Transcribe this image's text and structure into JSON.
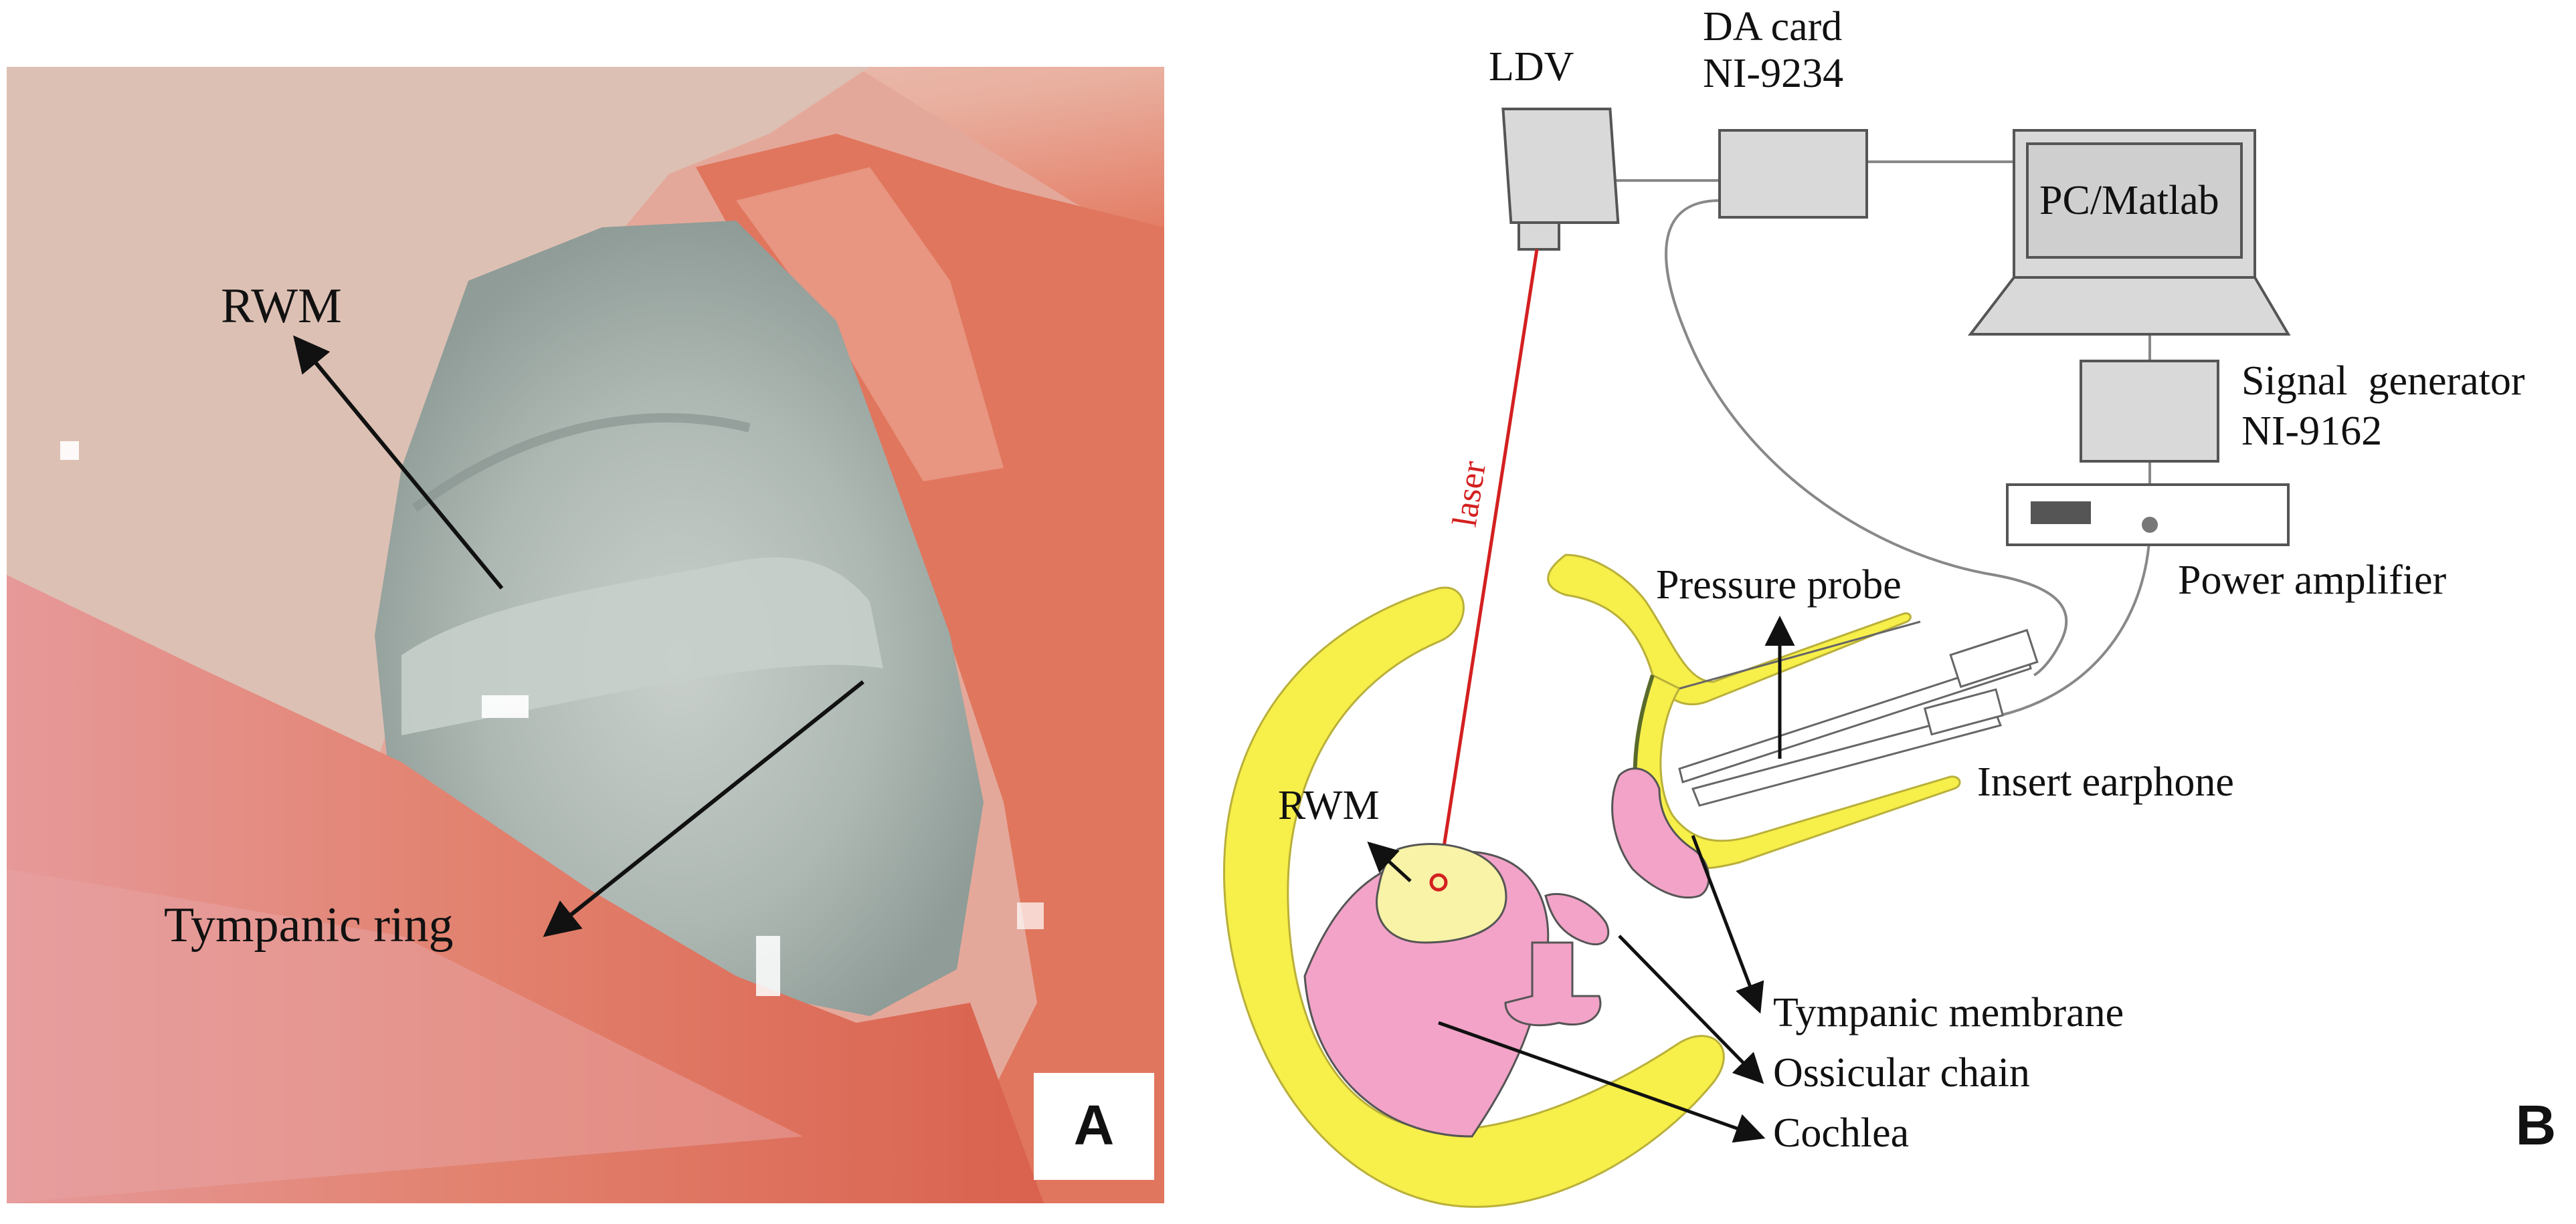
{
  "panel_a": {
    "panel_letter": "A",
    "labels": {
      "rwm": "RWM",
      "tympanic_ring": "Tympanic ring"
    }
  },
  "panel_b": {
    "panel_letter": "B",
    "equipment": {
      "ldv": "LDV",
      "da_card_line1": "DA card",
      "da_card_line2": "NI-9234",
      "pc": "PC/Matlab",
      "signal_generator_line1": "Signal  generator",
      "signal_generator_line2": "NI-9162",
      "power_amplifier": "Power amplifier",
      "laser": "laser"
    },
    "anatomy": {
      "pressure_probe": "Pressure probe",
      "rwm": "RWM",
      "insert_earphone": "Insert earphone",
      "tympanic_membrane": "Tympanic membrane",
      "ossicular_chain": "Ossicular chain",
      "cochlea": "Cochlea"
    },
    "colors": {
      "bone_yellow": "#f7ef4a",
      "tissue_pink": "#f2a3c7",
      "rwm_fill": "#f8f3a6",
      "laser_red": "#d42020",
      "device_gray": "#d9d9d9",
      "outline": "#555555"
    }
  }
}
